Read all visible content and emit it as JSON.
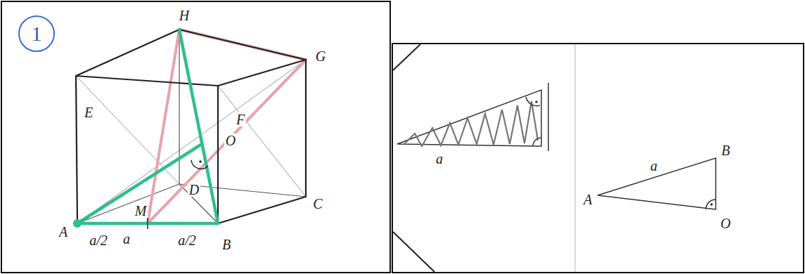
{
  "diagram": {
    "nodes": [
      {
        "text": [
          "1"
        ]
      }
    ],
    "labels": [
      "H",
      "G",
      "E",
      "F",
      "O",
      "D",
      "C",
      "A",
      "a/2",
      "a",
      "a/2",
      "B",
      "M",
      "a",
      "a",
      "B",
      "A",
      "O"
    ]
  }
}
